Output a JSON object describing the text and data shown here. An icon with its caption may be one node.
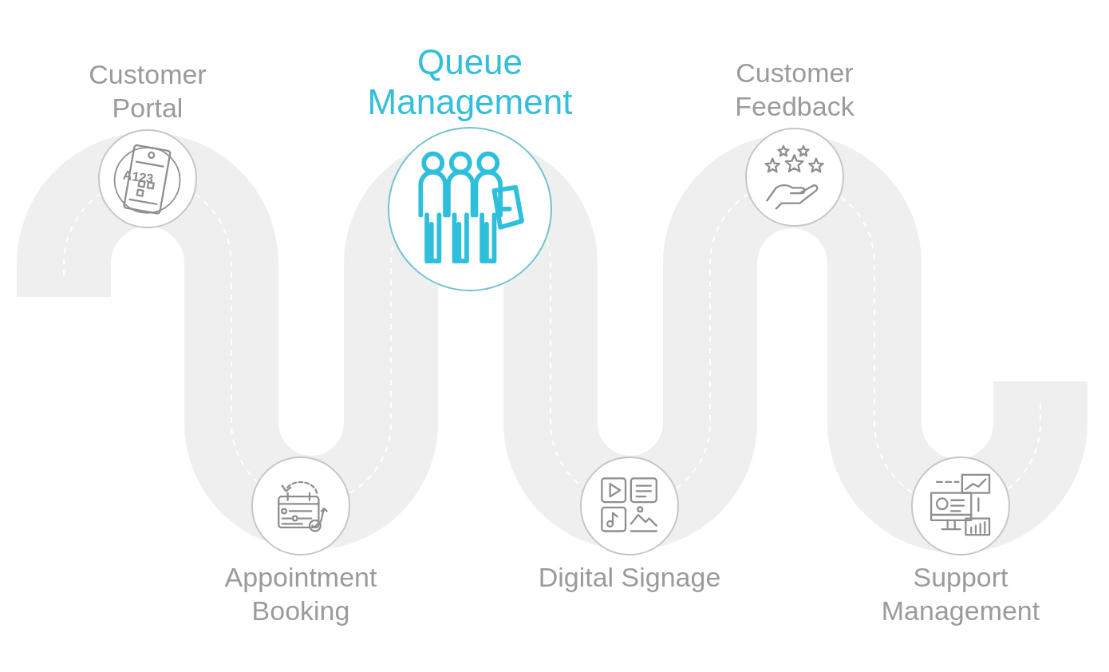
{
  "diagram": {
    "nodes": [
      {
        "text": [
          "Customer Portal"
        ]
      },
      {
        "text": [
          "Appointment Booking"
        ]
      },
      {
        "text": [
          "Queue Management"
        ]
      },
      {
        "text": [
          "Digital Signage"
        ]
      },
      {
        "text": [
          "Customer Feedback"
        ]
      },
      {
        "text": [
          "Support Management"
        ]
      }
    ],
    "edges": [
      {
        "from": null,
        "to": 0,
        "arrow": "none",
        "style": "dashed"
      },
      {
        "from": 0,
        "to": 1,
        "arrow": "none",
        "style": "dashed"
      },
      {
        "from": 1,
        "to": 2,
        "arrow": "none",
        "style": "dashed"
      },
      {
        "from": 2,
        "to": 3,
        "arrow": "none",
        "style": "dashed"
      },
      {
        "from": 3,
        "to": 4,
        "arrow": "none",
        "style": "dashed"
      },
      {
        "from": 4,
        "to": 5,
        "arrow": "none",
        "style": "dashed"
      },
      {
        "from": 5,
        "to": null,
        "arrow": "none",
        "style": "dashed"
      }
    ],
    "labels": [
      "A123"
    ]
  }
}
